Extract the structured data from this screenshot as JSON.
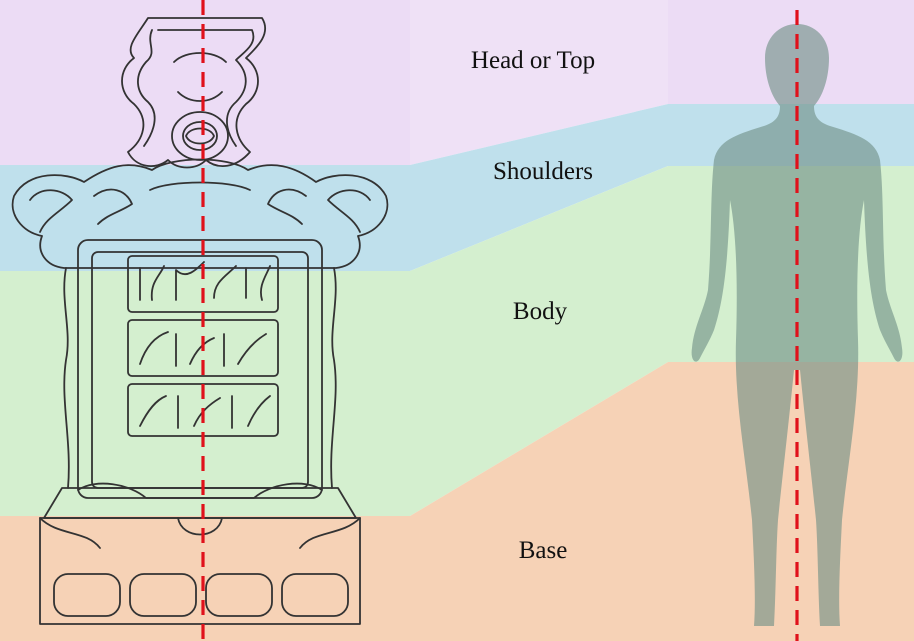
{
  "sections": [
    {
      "key": "head",
      "label": "Head or Top",
      "color": "#ecdcf5"
    },
    {
      "key": "shoulders",
      "label": "Shoulders",
      "color": "#bfe0ec"
    },
    {
      "key": "body",
      "label": "Body",
      "color": "#d4efcf"
    },
    {
      "key": "base",
      "label": "Base",
      "color": "#f6d2b6"
    }
  ],
  "axis_color": "#e0111b",
  "tombstone_stroke": "#333333",
  "figure_color": "#6f8f86"
}
